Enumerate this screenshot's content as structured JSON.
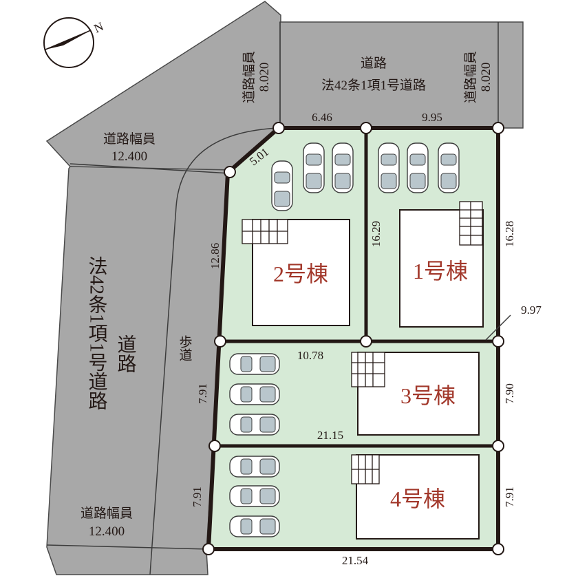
{
  "compass": {
    "label": "N",
    "icon": "north-arrow-icon"
  },
  "roads": {
    "north_road_name": "道路",
    "north_road_law": "法42条1項1号道路",
    "north_width_left_label": "道路幅員",
    "north_width_left_value": "8.020",
    "north_width_right_label": "道路幅員",
    "north_width_right_value": "8.020",
    "west_width_top_label": "道路幅員",
    "west_width_top_value": "12.400",
    "west_width_bottom_label": "道路幅員",
    "west_width_bottom_value": "12.400",
    "west_road_law": "法42条1項1号道路",
    "west_road_name": "道路",
    "sidewalk": "歩道"
  },
  "lots": [
    {
      "id": "1",
      "label": "1号棟"
    },
    {
      "id": "2",
      "label": "2号棟"
    },
    {
      "id": "3",
      "label": "3号棟"
    },
    {
      "id": "4",
      "label": "4号棟"
    }
  ],
  "dimensions": {
    "north_left": "6.46",
    "north_right": "9.95",
    "corner_chamfer": "5.01",
    "west_lot2": "12.86",
    "lot1_2_divider": "16.29",
    "east_lot1": "16.28",
    "east_corner": "9.97",
    "lot2_3_divider": "10.78",
    "west_lot3": "7.91",
    "east_lot3": "7.90",
    "lot3_4_divider": "21.15",
    "west_lot4": "7.91",
    "east_lot4": "7.91",
    "south": "21.54"
  },
  "colors": {
    "lot_fill": "#d6ead6",
    "road_fill": "#a8a8a8",
    "house_label": "#a2382b",
    "boundary": "#231815"
  }
}
